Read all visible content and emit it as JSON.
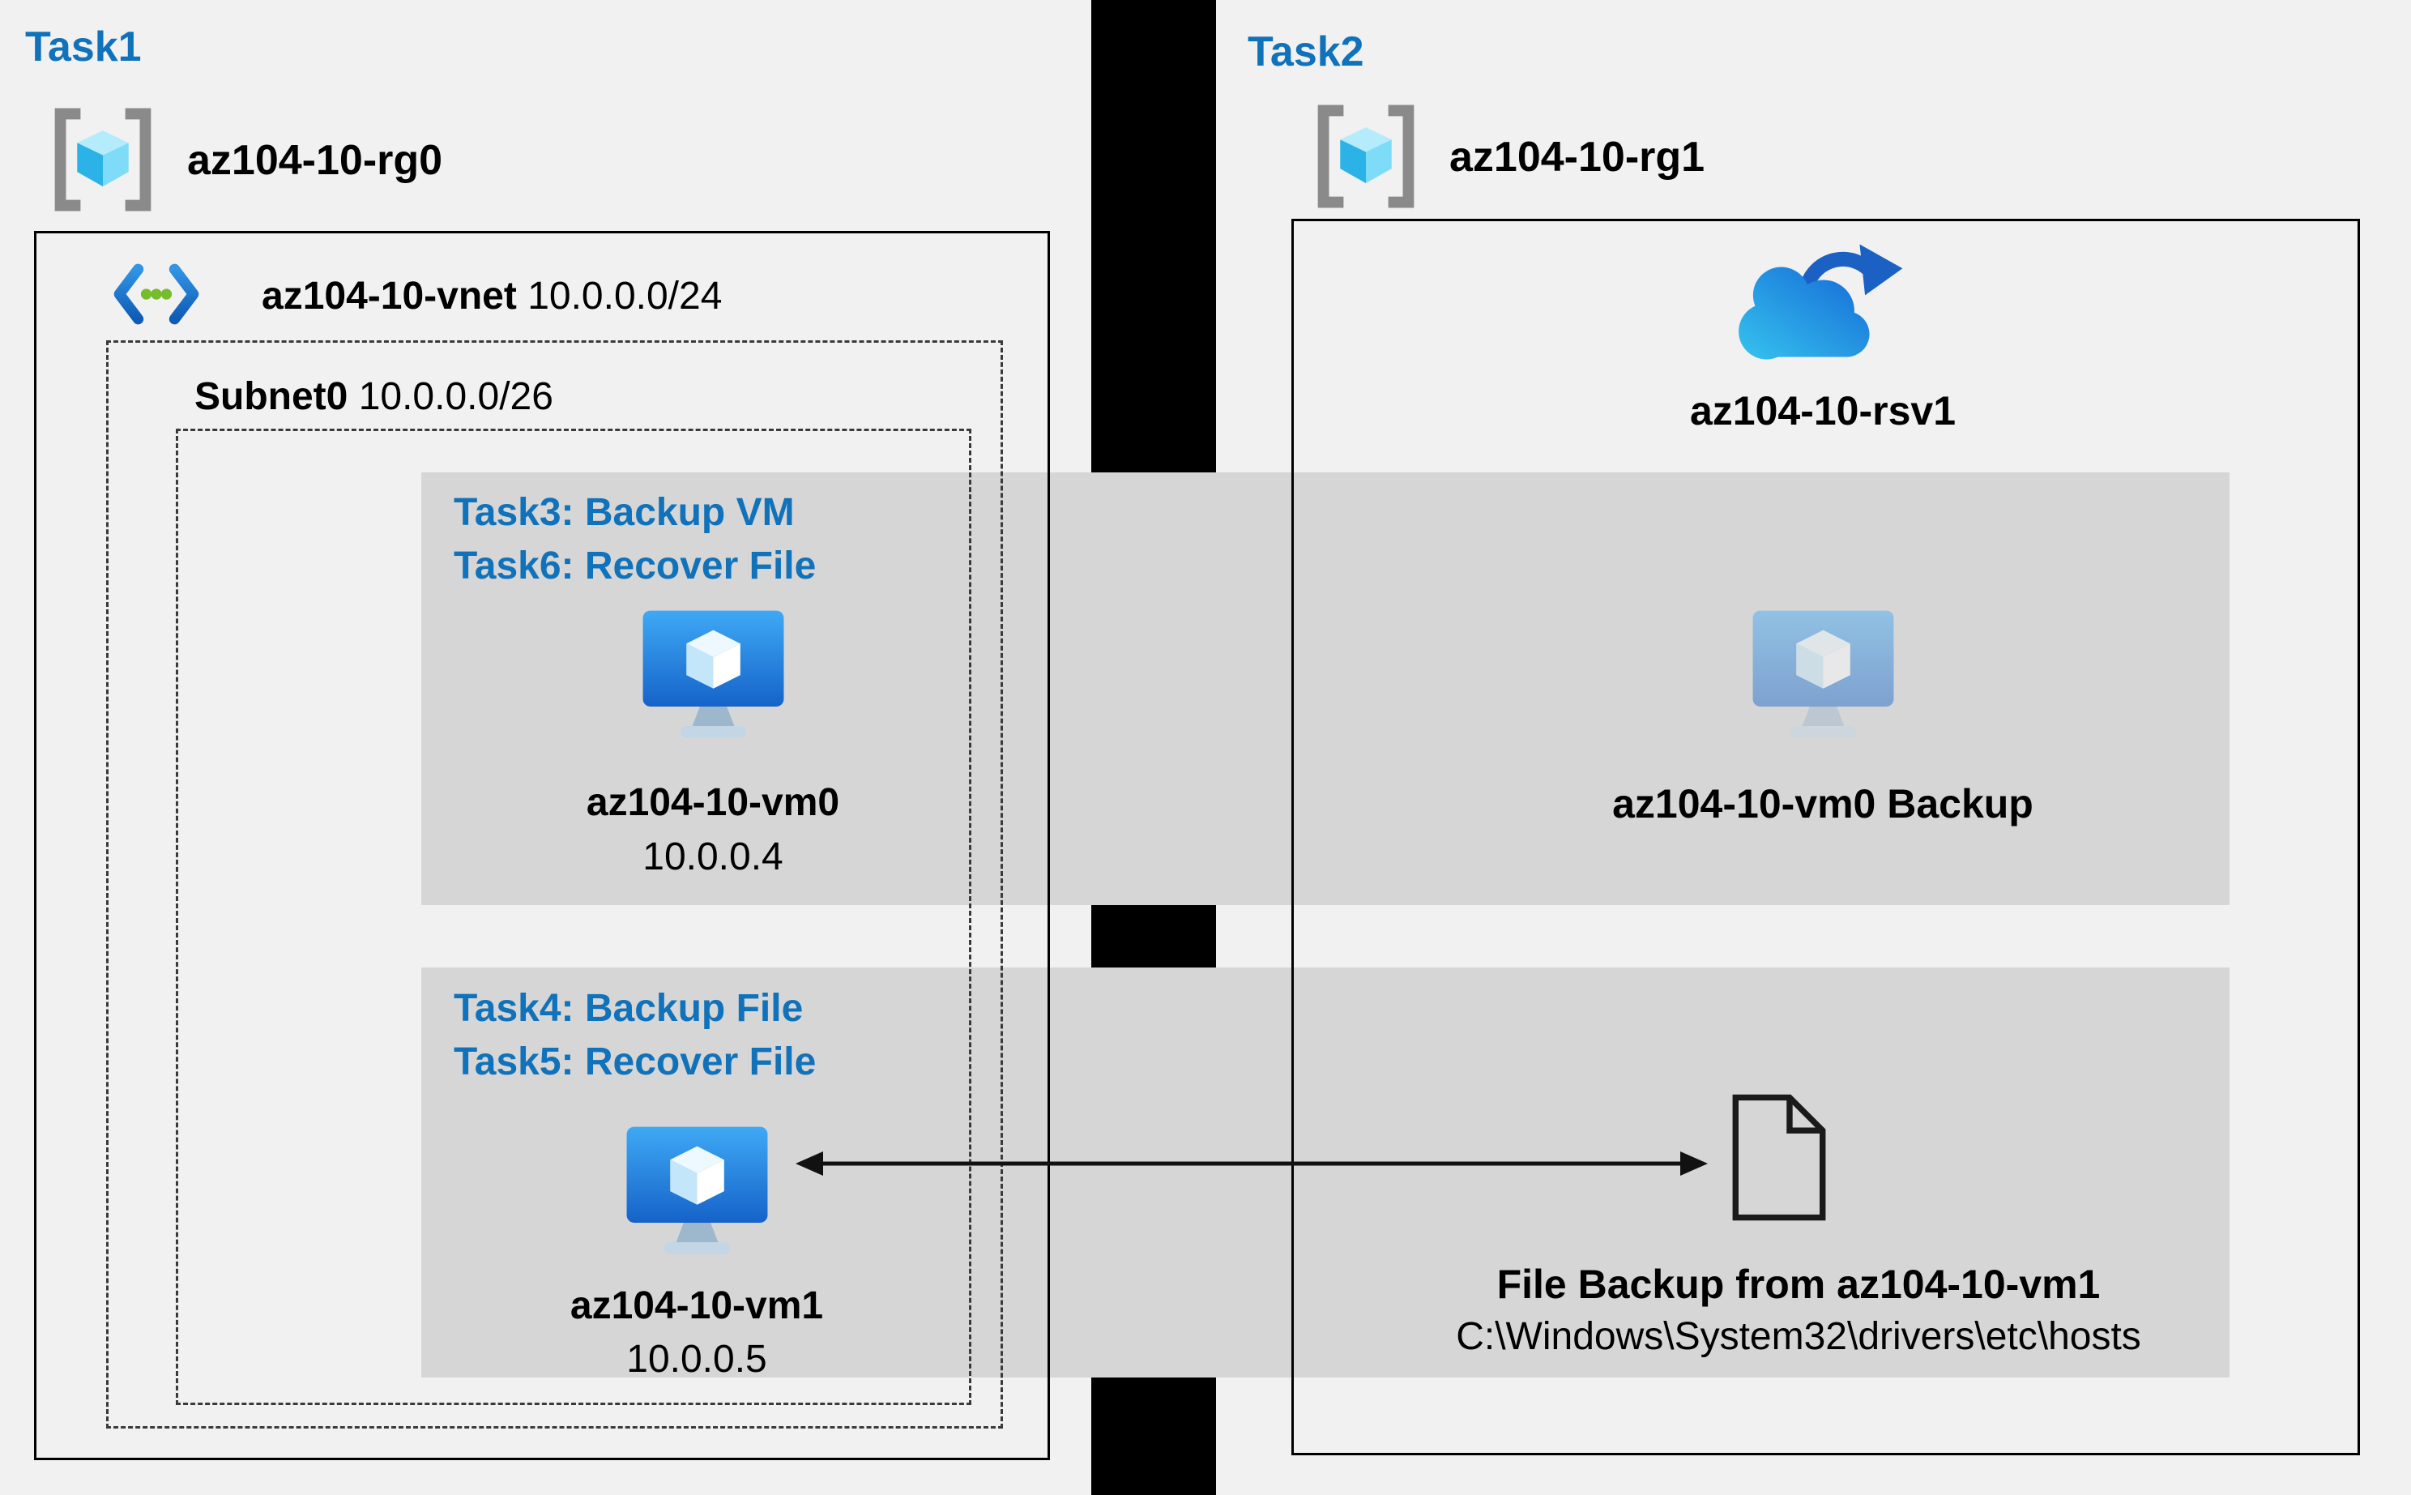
{
  "colors": {
    "background": "#f1f1f1",
    "band_gray": "#d6d6d6",
    "task_blue": "#1072ba",
    "divider_black": "#000000",
    "vm_blue_top": "#3fa9f5",
    "vm_blue_bottom": "#1563c9",
    "vnet_dot_green": "#76bc2d",
    "cloud_cyan": "#36c3ee",
    "cloud_blue": "#1468d6"
  },
  "left": {
    "task_label": "Task1",
    "resource_group": "az104-10-rg0",
    "vnet": {
      "name": "az104-10-vnet",
      "cidr": "10.0.0.0/24"
    },
    "subnet": {
      "name": "Subnet0",
      "cidr": "10.0.0.0/26"
    },
    "vm0": {
      "tasks": [
        "Task3: Backup VM",
        "Task6: Recover File"
      ],
      "name": "az104-10-vm0",
      "ip": "10.0.0.4"
    },
    "vm1": {
      "tasks": [
        "Task4: Backup File",
        "Task5: Recover File"
      ],
      "name": "az104-10-vm1",
      "ip": "10.0.0.5"
    }
  },
  "right": {
    "task_label": "Task2",
    "resource_group": "az104-10-rg1",
    "vault_name": "az104-10-rsv1",
    "vm_backup_label": "az104-10-vm0 Backup",
    "file_backup": {
      "title": "File Backup from az104-10-vm1",
      "path": "C:\\Windows\\System32\\drivers\\etc\\hosts"
    }
  }
}
